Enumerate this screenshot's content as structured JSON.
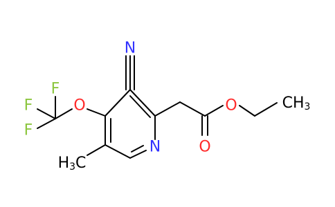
{
  "molecule": {
    "atoms": {
      "n_cyano": {
        "text": "N",
        "color": "#3333ff"
      },
      "n_ring": {
        "text": "N",
        "color": "#3333ff"
      },
      "o_ether": {
        "text": "O",
        "color": "#ff2a2a"
      },
      "o_carbonyl": {
        "text": "O",
        "color": "#ff2a2a"
      },
      "o_ester": {
        "text": "O",
        "color": "#ff2a2a"
      },
      "f1": {
        "text": "F",
        "color": "#8cc63f"
      },
      "f2": {
        "text": "F",
        "color": "#8cc63f"
      },
      "f3": {
        "text": "F",
        "color": "#8cc63f"
      },
      "methyl": {
        "text": "H",
        "sub": "3",
        "suffix": "C",
        "color": "#000000"
      },
      "ethyl_ch3": {
        "text": "CH",
        "sub": "3",
        "color": "#000000"
      }
    }
  }
}
